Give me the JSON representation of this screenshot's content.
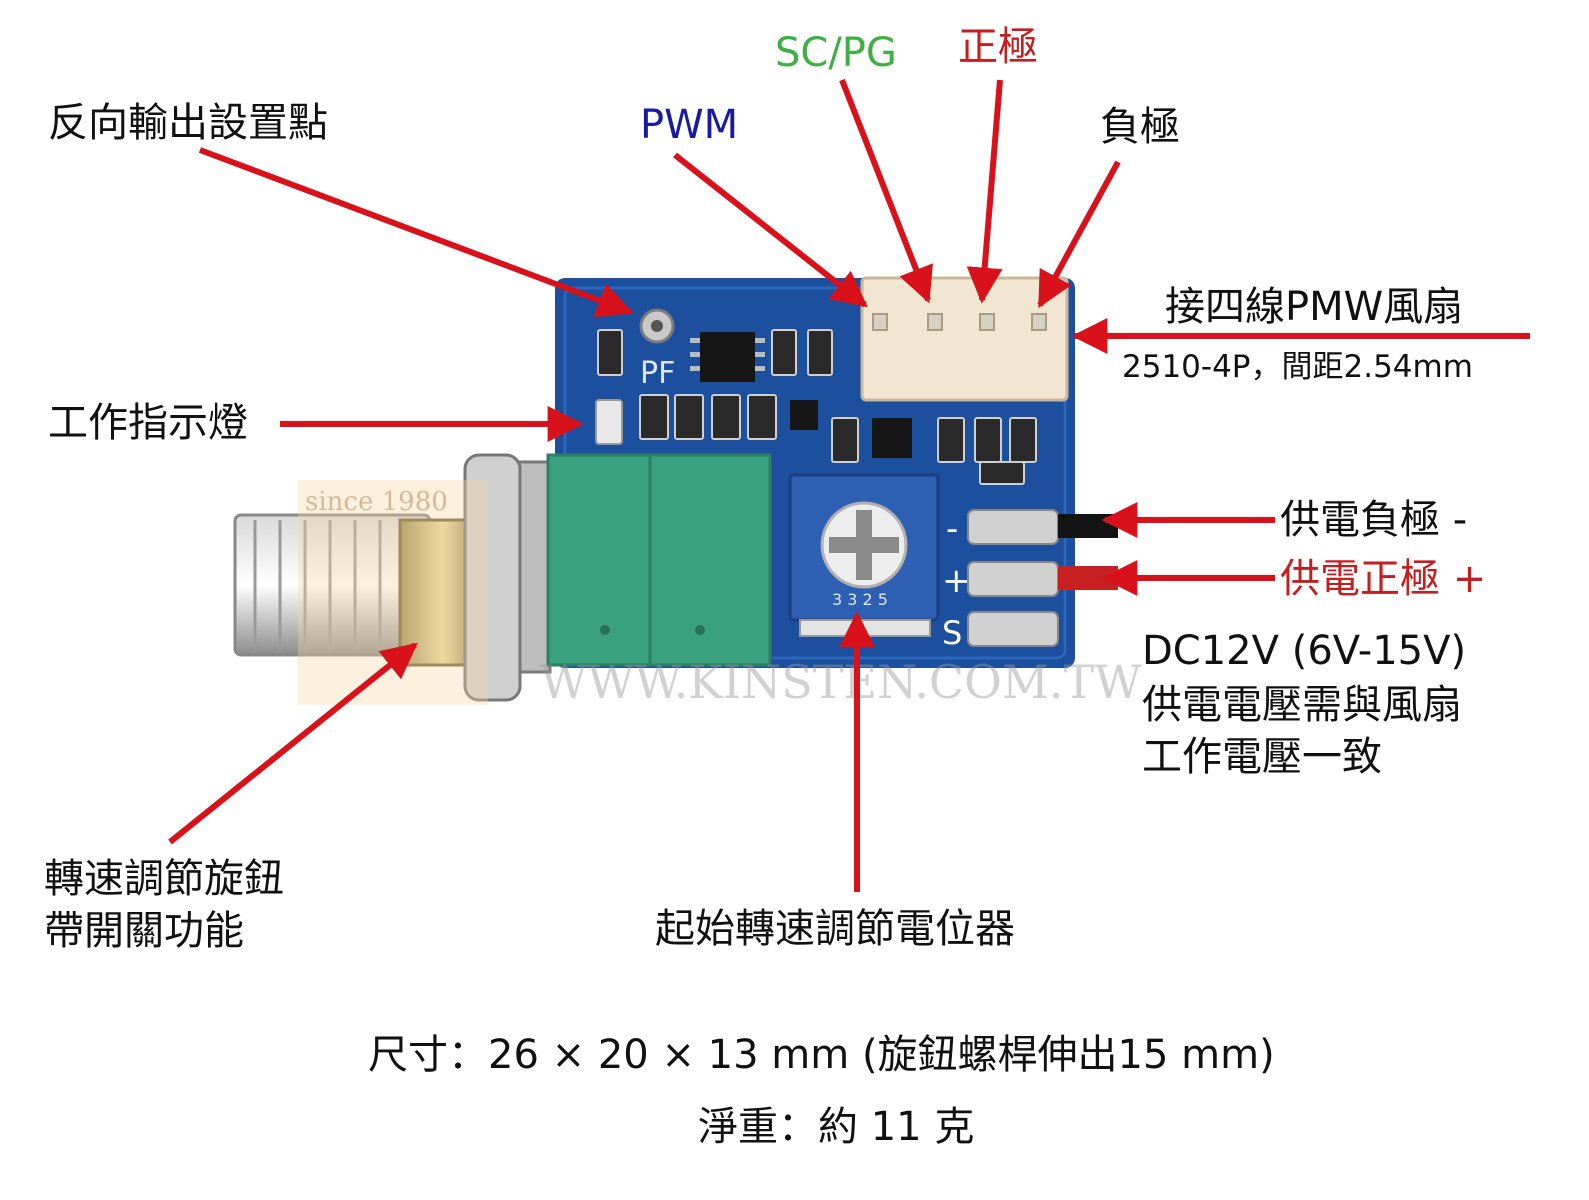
{
  "labels": {
    "scpg": "SC/PG",
    "positive": "正極",
    "pwm": "PWM",
    "negative": "負極",
    "reverse_output": "反向輸出設置點",
    "fan_connector": "接四線PMW風扇",
    "connector_spec": "2510-4P，間距2.54mm",
    "indicator_led": "工作指示燈",
    "supply_negative": "供電負極 -",
    "supply_positive": "供電正極 +",
    "voltage_range": "DC12V (6V-15V)",
    "voltage_note_line1": "供電電壓需與風扇",
    "voltage_note_line2": "工作電壓一致",
    "knob_line1": "轉速調節旋鈕",
    "knob_line2": "帶開關功能",
    "start_pot": "起始轉速調節電位器",
    "dimensions": "尺寸：26 × 20 × 13 mm (旋鈕螺桿伸出15 mm)",
    "weight": "淨重：約 11 克"
  },
  "board_marks": {
    "pf": "PF",
    "s": "S",
    "plus": "+",
    "minus": "-",
    "watermark": "WWW.KINSTEN.COM.TW",
    "since": "since 1980",
    "trimmer_digits": "3 3 2 5"
  },
  "colors": {
    "scpg": "#3cb043",
    "positive": "#c41e1e",
    "pwm": "#1a1aa0",
    "arrow": "#d8111a",
    "pcb": "#1c4f9e",
    "pot_body": "#3aa17e",
    "trimmer": "#2d5fb3",
    "connector": "#f0e6d2"
  }
}
